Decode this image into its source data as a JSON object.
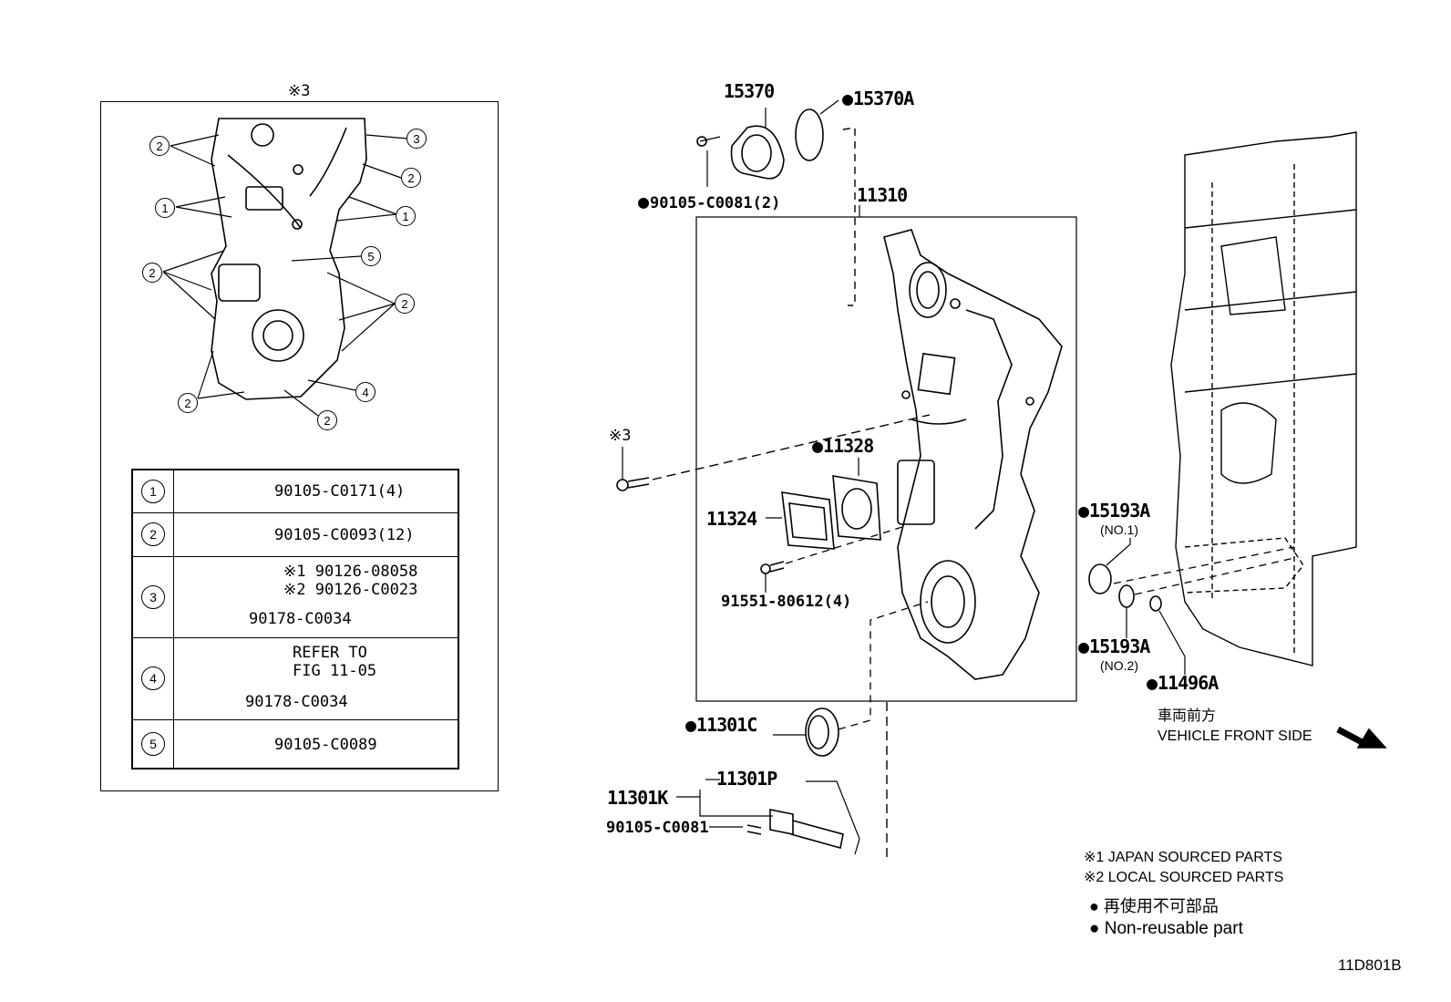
{
  "diagram": {
    "figure_id": "11D801B",
    "inset": {
      "title": "※3",
      "callouts": [
        "2",
        "3",
        "2",
        "1",
        "1",
        "5",
        "2",
        "2",
        "2",
        "2",
        "4"
      ],
      "table": [
        {
          "num": "1",
          "parts": [
            "90105-C0171(4)"
          ]
        },
        {
          "num": "2",
          "parts": [
            "90105-C0093(12)"
          ]
        },
        {
          "num": "3",
          "parts": [
            "※1 90126-08058",
            "※2 90126-C0023",
            "90178-C0034"
          ]
        },
        {
          "num": "4",
          "parts": [
            "REFER TO",
            "FIG 11-05",
            "90178-C0034"
          ]
        },
        {
          "num": "5",
          "parts": [
            "90105-C0089"
          ]
        }
      ]
    },
    "parts": {
      "p15370": "15370",
      "p15370A": "15370A",
      "p90105_C0081_2": "90105-C0081(2)",
      "p11310": "11310",
      "ref3": "※3",
      "p11328": "11328",
      "p11324": "11324",
      "p91551": "91551-80612(4)",
      "p15193A_1": "15193A",
      "no1": "(NO.1)",
      "p15193A_2": "15193A",
      "no2": "(NO.2)",
      "p11496A": "11496A",
      "p11301C": "11301C",
      "p11301P": "11301P",
      "p11301K": "11301K",
      "p90105_C0081": "90105-C0081"
    },
    "direction": {
      "jp": "車両前方",
      "en": "VEHICLE FRONT SIDE"
    },
    "legend": {
      "note1": "※1 JAPAN SOURCED PARTS",
      "note2": "※2 LOCAL SOURCED PARTS",
      "nonreusable_jp": "再使用不可部品",
      "nonreusable_en": "Non-reusable part"
    }
  }
}
